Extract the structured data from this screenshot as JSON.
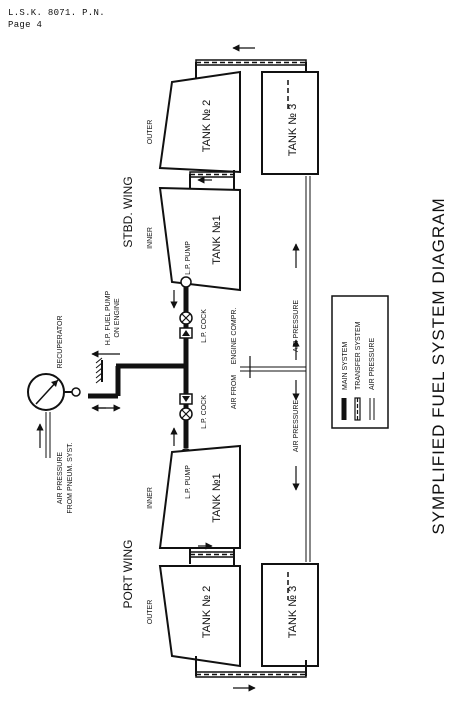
{
  "header": {
    "line1": "L.S.K. 8071.   P.N.",
    "line2": "Page  4"
  },
  "title": "SYMPLIFIED FUEL SYSTEM DIAGRAM",
  "wings": {
    "starboard": "STBD. WING",
    "port": "PORT WING"
  },
  "positions": {
    "outer": "OUTER",
    "inner": "INNER"
  },
  "tanks": {
    "stbd_outer": "TANK  № 2",
    "stbd_reserve": "TANK  № 3",
    "stbd_inner": "TANK  №1",
    "port_inner": "TANK  №1",
    "port_outer": "TANK  № 2",
    "port_reserve": "TANK  № 3"
  },
  "components": {
    "lp_pump_stbd": "L.P. PUMP",
    "lp_pump_port": "L.P. PUMP",
    "lp_cock_stbd": "L.P. COCK",
    "lp_cock_port": "L.P. COCK",
    "hp_pump_line1": "H.P. FUEL PUMP",
    "hp_pump_line2": "ON ENGINE",
    "recuperator": "RECUPERATOR",
    "air_from_line1": "AIR FROM",
    "air_from_line2": "ENGINE COMPR.",
    "air_pneum_line1": "AIR PRESSURE",
    "air_pneum_line2": "FROM PNEUM. SYST.",
    "air_pressure_upper": "AIR PRESSURE",
    "air_pressure_lower": "AIR PRESSURE"
  },
  "legend": [
    "MAIN SYSTEM",
    "TRANSFER SYSTEM",
    "AIR PRESSURE"
  ],
  "colors": {
    "line": "#111111",
    "paper": "#ffffff"
  }
}
